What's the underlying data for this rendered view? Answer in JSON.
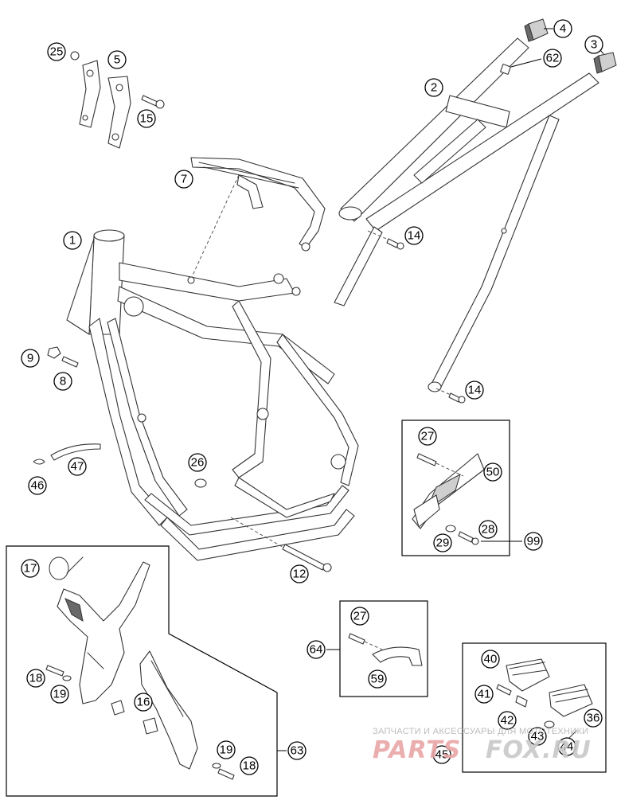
{
  "callouts": {
    "c1": "1",
    "c2": "2",
    "c3": "3",
    "c4": "4",
    "c5": "5",
    "c7": "7",
    "c8": "8",
    "c9": "9",
    "c12": "12",
    "c14a": "14",
    "c14b": "14",
    "c15": "15",
    "c16": "16",
    "c17": "17",
    "c18a": "18",
    "c18b": "18",
    "c19a": "19",
    "c19b": "19",
    "c25": "25",
    "c26": "26",
    "c27a": "27",
    "c27b": "27",
    "c28": "28",
    "c29": "29",
    "c36": "36",
    "c40": "40",
    "c41": "41",
    "c42": "42",
    "c43": "43",
    "c44": "44",
    "c45": "45",
    "c46": "46",
    "c47": "47",
    "c50": "50",
    "c59": "59",
    "c62": "62",
    "c63": "63",
    "c64": "64",
    "c99": "99"
  },
  "watermark": {
    "tagline": "ЗАПЧАСТИ И АКСЕССУАРЫ ДЛЯ МОТОТЕХНИКИ",
    "brand_left": "PARTS",
    "brand_right": "FOX.RU"
  },
  "colors": {
    "watermark_red": "#e9a6a6",
    "watermark_grey": "#c8c8c8",
    "line": "#333333"
  }
}
